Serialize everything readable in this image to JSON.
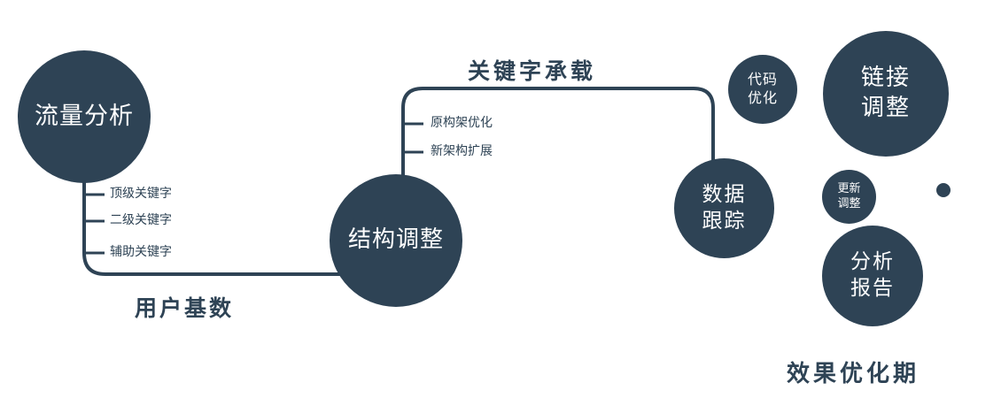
{
  "palette": {
    "primary": "#2e4355",
    "text_on_node": "#ffffff",
    "background": "#ffffff"
  },
  "nodes": {
    "traffic_analysis": {
      "label": "流量分析"
    },
    "structure_adjustment": {
      "label": "结构调整"
    },
    "data_tracking": {
      "line1": "数据",
      "line2": "跟踪"
    },
    "code_optimization": {
      "line1": "代码",
      "line2": "优化"
    },
    "link_adjustment": {
      "line1": "链接",
      "line2": "调整"
    },
    "update_adjustment": {
      "line1": "更新",
      "line2": "调整"
    },
    "analysis_report": {
      "line1": "分析",
      "line2": "报告"
    }
  },
  "edge_labels": {
    "user_base": "用户基数",
    "keyword_carrying": "关键字承载"
  },
  "branch_labels": {
    "left": [
      "顶级关键字",
      "二级关键字",
      "辅助关键字"
    ],
    "middle": [
      "原构架优化",
      "新架构扩展"
    ]
  },
  "footer": {
    "phase_label": "效果优化期"
  }
}
